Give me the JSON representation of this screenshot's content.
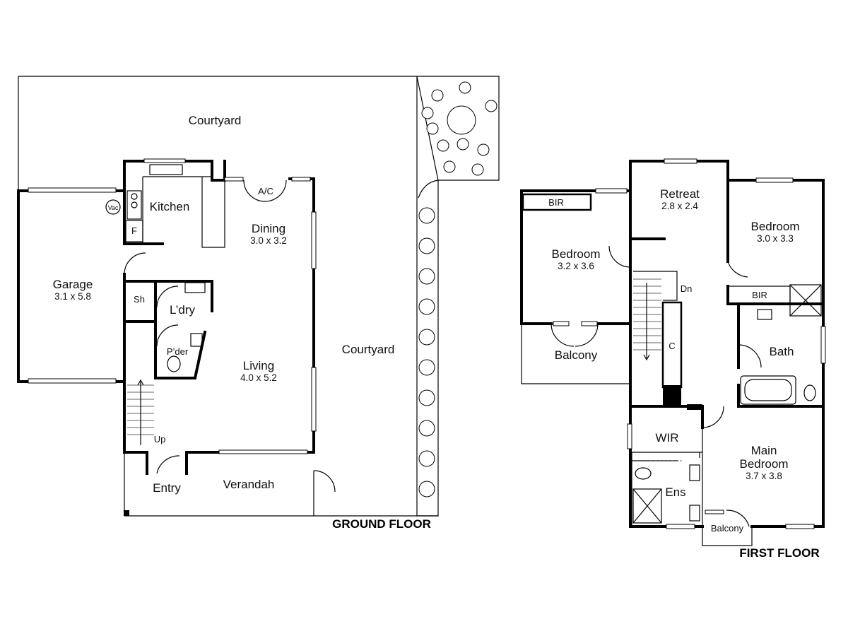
{
  "ground_floor": {
    "title": "GROUND FLOOR",
    "rooms": {
      "courtyard_top": "Courtyard",
      "courtyard_side": "Courtyard",
      "kitchen": "Kitchen",
      "ac": "A/C",
      "dining": "Dining",
      "dining_dims": "3.0 x 3.2",
      "vac": "Vac",
      "fridge": "F",
      "garage": "Garage",
      "garage_dims": "3.1 x 5.8",
      "shower": "Sh",
      "laundry": "L’dry",
      "powder": "P’der",
      "living": "Living",
      "living_dims": "4.0 x 5.2",
      "stairs_up": "Up",
      "entry": "Entry",
      "verandah": "Verandah"
    }
  },
  "first_floor": {
    "title": "FIRST FLOOR",
    "rooms": {
      "bir_left": "BIR",
      "retreat": "Retreat",
      "retreat_dims": "2.8 x 2.4",
      "bedroom_right": "Bedroom",
      "bedroom_right_dims": "3.0 x 3.3",
      "bedroom_left": "Bedroom",
      "bedroom_left_dims": "3.2 x 3.6",
      "stairs_down": "Dn",
      "bir_right": "BIR",
      "cupboard": "C",
      "bath": "Bath",
      "balcony_left": "Balcony",
      "wir": "WIR",
      "main_bedroom_1": "Main",
      "main_bedroom_2": "Bedroom",
      "main_bedroom_dims": "3.7 x 3.8",
      "ensuite": "Ens",
      "balcony_small": "Balcony"
    }
  }
}
